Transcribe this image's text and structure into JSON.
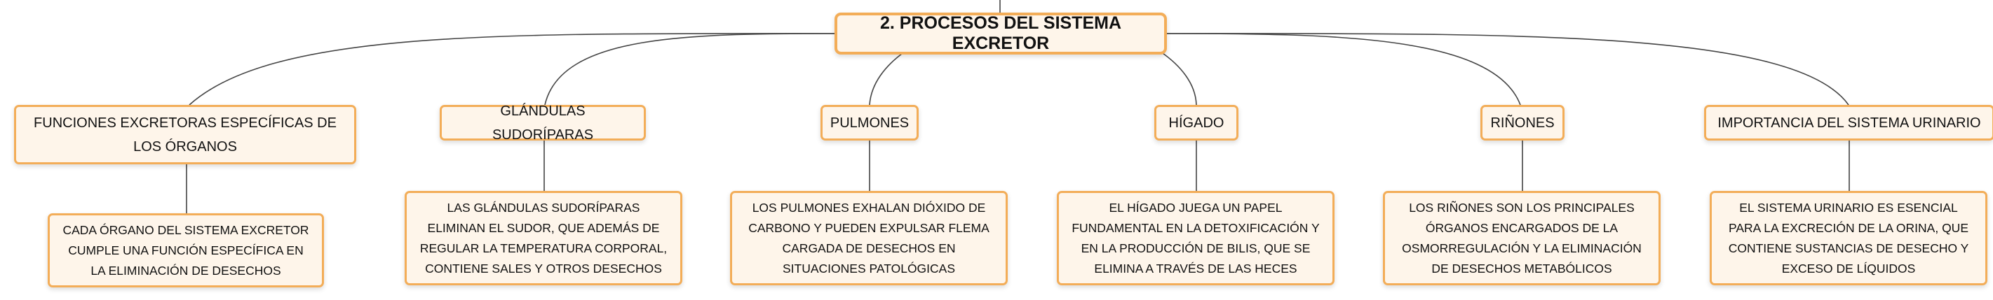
{
  "root": {
    "title": "2. PROCESOS DEL SISTEMA EXCRETOR"
  },
  "categories": [
    {
      "label": "FUNCIONES EXCRETORAS ESPECÍFICAS DE LOS ÓRGANOS",
      "detail": "CADA ÓRGANO DEL SISTEMA EXCRETOR CUMPLE UNA FUNCIÓN ESPECÍFICA EN LA ELIMINACIÓN DE DESECHOS"
    },
    {
      "label": "GLÁNDULAS SUDORÍPARAS",
      "detail": "LAS GLÁNDULAS SUDORÍPARAS ELIMINAN EL SUDOR, QUE ADEMÁS DE REGULAR LA TEMPERATURA CORPORAL, CONTIENE SALES Y OTROS DESECHOS"
    },
    {
      "label": "PULMONES",
      "detail": "LOS PULMONES EXHALAN DIÓXIDO DE CARBONO Y PUEDEN EXPULSAR FLEMA CARGADA DE DESECHOS EN SITUACIONES PATOLÓGICAS"
    },
    {
      "label": "HÍGADO",
      "detail": "EL HÍGADO JUEGA UN PAPEL FUNDAMENTAL EN LA DETOXIFICACIÓN Y EN LA PRODUCCIÓN DE BILIS, QUE SE ELIMINA A TRAVÉS DE LAS HECES"
    },
    {
      "label": "RIÑONES",
      "detail": "LOS RIÑONES SON LOS PRINCIPALES ÓRGANOS ENCARGADOS DE LA OSMORREGULACIÓN Y LA ELIMINACIÓN DE DESECHOS METABÓLICOS"
    },
    {
      "label": "IMPORTANCIA DEL SISTEMA URINARIO",
      "detail": "EL SISTEMA URINARIO ES ESENCIAL PARA LA EXCRECIÓN DE LA ORINA, QUE CONTIENE SUSTANCIAS DE DESECHO Y EXCESO DE LÍQUIDOS"
    }
  ],
  "colors": {
    "node_border": "#f3ad58",
    "node_fill": "#fef5ea",
    "connector": "#444444"
  }
}
